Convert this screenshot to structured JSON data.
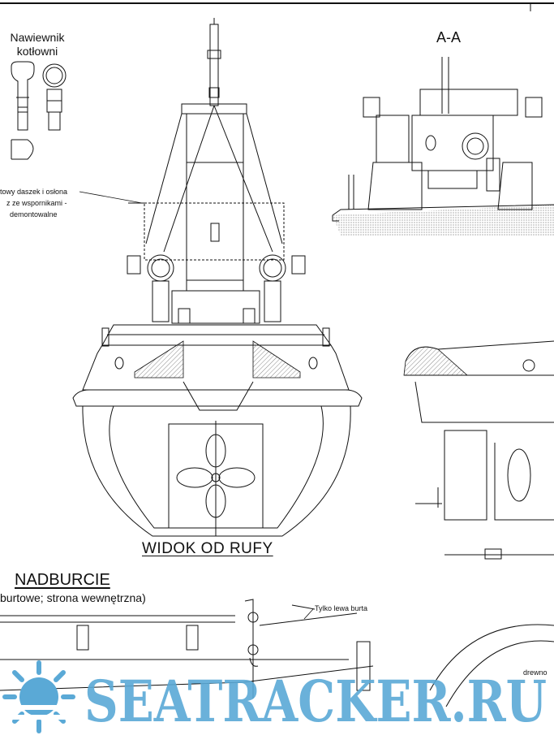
{
  "labels": {
    "vent_title_line1": "Nawiewnik",
    "vent_title_line2": "kotłowni",
    "section_title": "A-A",
    "roof_note_line1": "towy daszek i osłona",
    "roof_note_line2": "z ze wspornikami -",
    "roof_note_line3": "demontowalne",
    "rear_view_title": "WIDOK OD RUFY",
    "bulwark_title": "NADBURCIE",
    "bulwark_subtitle": "burtowe; strona wewnętrzna)",
    "left_side_note": "Tylko lewa burta",
    "wood_note": "drewno"
  },
  "watermark": {
    "text": "SEATRACKER.RU",
    "color": "#5aa9d6",
    "icon": "sun-icon"
  },
  "colors": {
    "line": "#111111",
    "hatch": "#9a9a9a"
  }
}
